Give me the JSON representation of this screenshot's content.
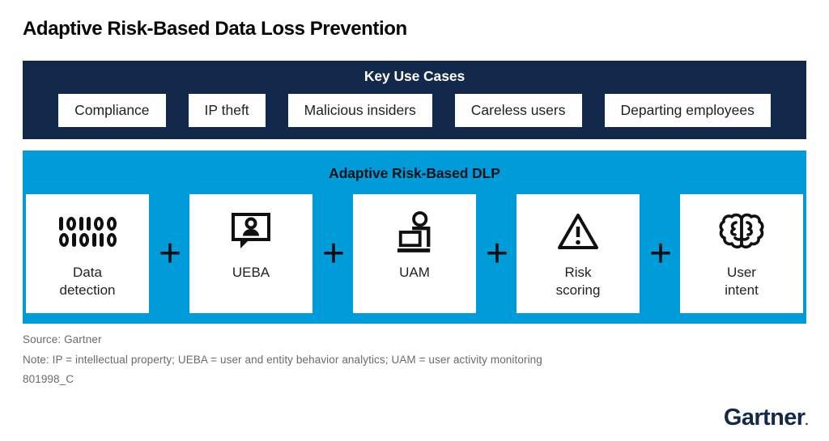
{
  "title": "Adaptive Risk-Based Data Loss Prevention",
  "key_use_cases": {
    "header": "Key Use Cases",
    "items": [
      "Compliance",
      "IP theft",
      "Malicious insiders",
      "Careless users",
      "Departing employees"
    ]
  },
  "dlp": {
    "header": "Adaptive Risk-Based DLP",
    "plus_symbol": "+",
    "components": [
      {
        "label": "Data\ndetection",
        "icon": "binary-code-icon",
        "binary_lines": [
          "101100",
          "010110"
        ]
      },
      {
        "label": "UEBA",
        "icon": "chat-person-icon"
      },
      {
        "label": "UAM",
        "icon": "person-at-laptop-icon"
      },
      {
        "label": "Risk\nscoring",
        "icon": "warning-triangle-icon"
      },
      {
        "label": "User\nintent",
        "icon": "brain-icon"
      }
    ]
  },
  "footer": {
    "source": "Source: Gartner",
    "note": "Note: IP = intellectual property; UEBA = user and entity behavior analytics; UAM = user activity monitoring",
    "document_id": "801998_C",
    "logo_text": "Gartner",
    "logo_mark": "."
  },
  "colors": {
    "navy": "#13294C",
    "bright_blue": "#009CDA",
    "icon_black": "#101013",
    "footer_gray": "#6A6A70",
    "logo_navy": "#12294A"
  }
}
